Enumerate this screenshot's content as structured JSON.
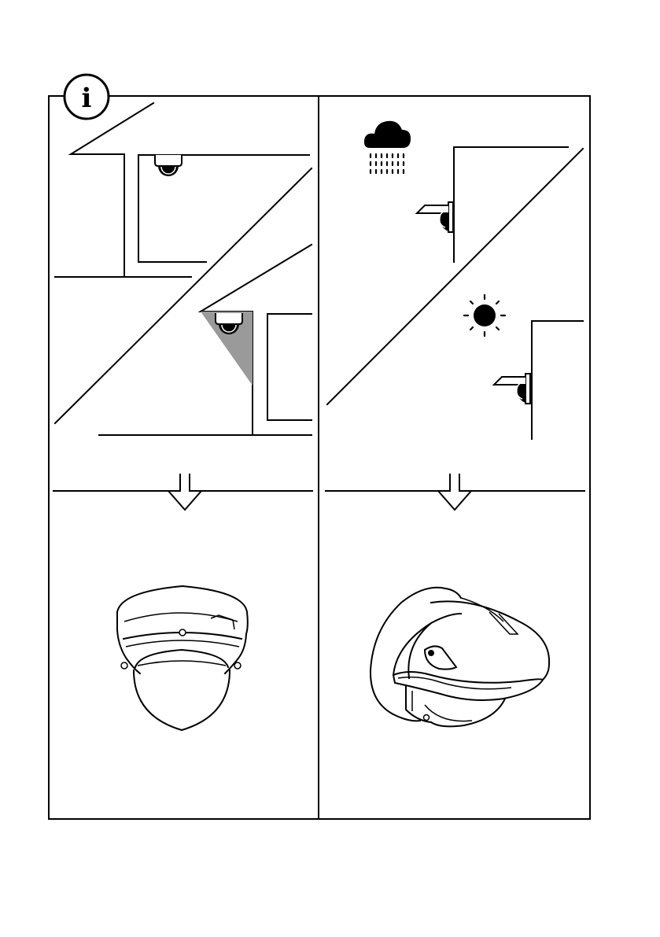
{
  "info_badge": {
    "glyph": "i"
  },
  "panels": [
    {
      "id": "left",
      "topic": "indoor-ceiling-mount",
      "result": "dome-camera"
    },
    {
      "id": "right",
      "topic": "outdoor-wall-mount",
      "conditions": [
        "rain-cloud-icon",
        "sun-icon"
      ],
      "result": "dome-camera-with-weathershield"
    }
  ],
  "colors": {
    "line": "#000000",
    "shadow": "#9a9a9a",
    "background": "#ffffff"
  }
}
